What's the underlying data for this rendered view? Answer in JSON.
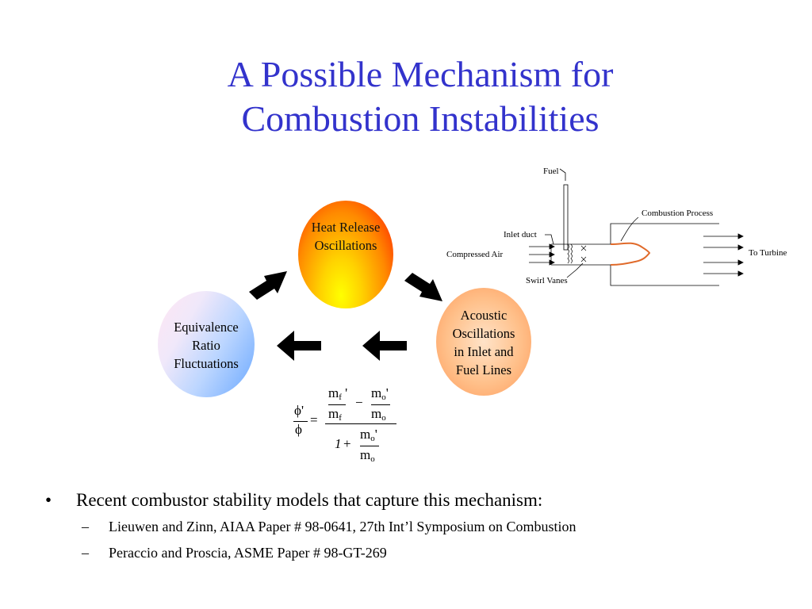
{
  "title": {
    "line1": "A Possible Mechanism for",
    "line2": "Combustion Instabilities"
  },
  "cycle": {
    "heat_release": [
      "Heat Release",
      "Oscillations"
    ],
    "acoustic": [
      "Acoustic",
      "Oscillations",
      "in Inlet and",
      "Fuel Lines"
    ],
    "equivalence": [
      "Equivalence",
      "Ratio",
      "Fluctuations"
    ]
  },
  "equation": {
    "phi": "ϕ",
    "prime": "'",
    "equals": "=",
    "minus": "−",
    "plus": "+",
    "one": "1",
    "m": "m",
    "sub_f": "f",
    "sub_o": "o"
  },
  "schematic": {
    "fuel": "Fuel",
    "combustion_process": "Combustion Process",
    "inlet_duct": "Inlet duct",
    "compressed_air": "Compressed Air",
    "to_turbine": "To Turbine",
    "swirl_vanes": "Swirl Vanes",
    "flame_color": "#e06a2a"
  },
  "bullets": {
    "bullet_char": "•",
    "dash_char": "–",
    "main": "Recent combustor stability models that capture this mechanism:",
    "sub": [
      "Lieuwen and Zinn, AIAA Paper # 98-0641, 27th Int’l Symposium on Combustion",
      "Peraccio and Proscia, ASME Paper # 98-GT-269"
    ]
  },
  "colors": {
    "title": "#3333cc"
  }
}
